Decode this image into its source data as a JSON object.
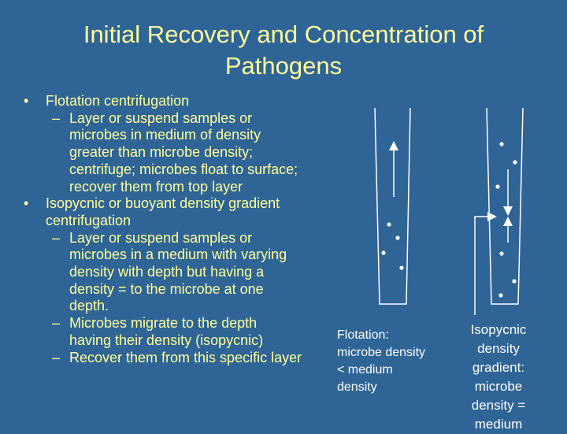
{
  "slide": {
    "title_line1": "Initial Recovery and Concentration of",
    "title_line2": "Pathogens",
    "bullet_mark": "•",
    "dash_mark": "–",
    "bullets": [
      {
        "lines": [
          "Flotation centrifugation"
        ],
        "subs": [
          [
            "Layer or suspend samples or",
            "microbes in medium of density",
            "greater than microbe density;",
            "centrifuge; microbes float to surface;",
            "recover them from top layer"
          ]
        ]
      },
      {
        "lines": [
          "Isopycnic or buoyant density gradient",
          "centrifugation"
        ],
        "subs": [
          [
            "Layer or suspend samples or",
            "microbes in a medium with varying",
            "density with depth but having a",
            "density = to the microbe at one",
            "depth."
          ],
          [
            "Microbes migrate to the depth",
            "having their density (isopycnic)"
          ],
          [
            "Recover them from this specific layer"
          ]
        ]
      }
    ]
  },
  "captions": {
    "flotation": [
      "Flotation:",
      "microbe density",
      "< medium",
      "density"
    ],
    "isopycnic": [
      "Isopycnic",
      "density",
      "gradient:",
      "microbe",
      "density =",
      "medium"
    ]
  },
  "colors": {
    "background": "#2f6496",
    "text": "#ffff99",
    "caption": "#ffffff"
  }
}
